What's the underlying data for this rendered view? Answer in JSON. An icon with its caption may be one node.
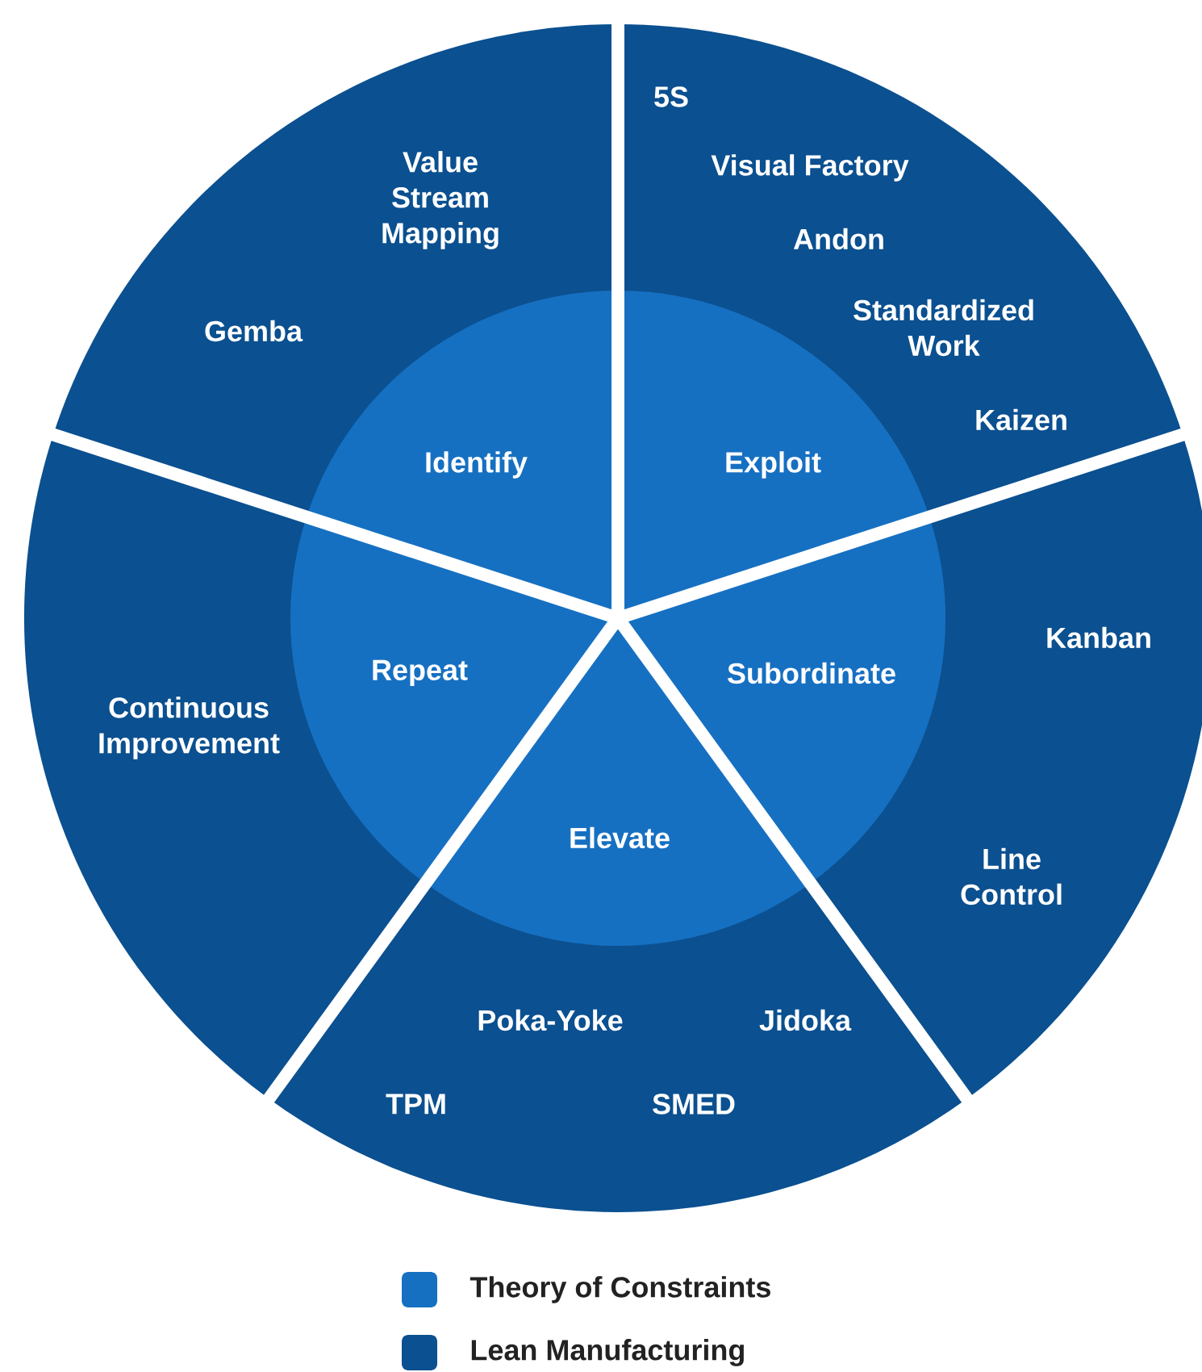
{
  "diagram": {
    "nodes": [
      {
        "text": [
          "Value Stream Mapping",
          "Gemba"
        ]
      },
      {
        "text": [
          "Identify"
        ],
        "in": 0
      },
      {
        "text": [
          "5S",
          "Visual Factory",
          "Andon",
          "Standardized Work",
          "Kaizen"
        ]
      },
      {
        "text": [
          "Exploit"
        ],
        "in": 2
      },
      {
        "text": [
          "Kanban",
          "Line Control"
        ]
      },
      {
        "text": [
          "Subordinate"
        ],
        "in": 4
      },
      {
        "text": [
          "Continuous Improvement"
        ]
      },
      {
        "text": [
          "Repeat"
        ],
        "in": 6
      },
      {
        "text": [
          "Poka-Yoke",
          "Jidoka",
          "TPM",
          "SMED"
        ]
      },
      {
        "text": [
          "Elevate"
        ],
        "in": 8
      }
    ],
    "legend": [
      {
        "text": "Theory of Constraints",
        "color": "#1670c2"
      },
      {
        "text": "Lean Manufacturing",
        "color": "#0b5090"
      }
    ]
  }
}
